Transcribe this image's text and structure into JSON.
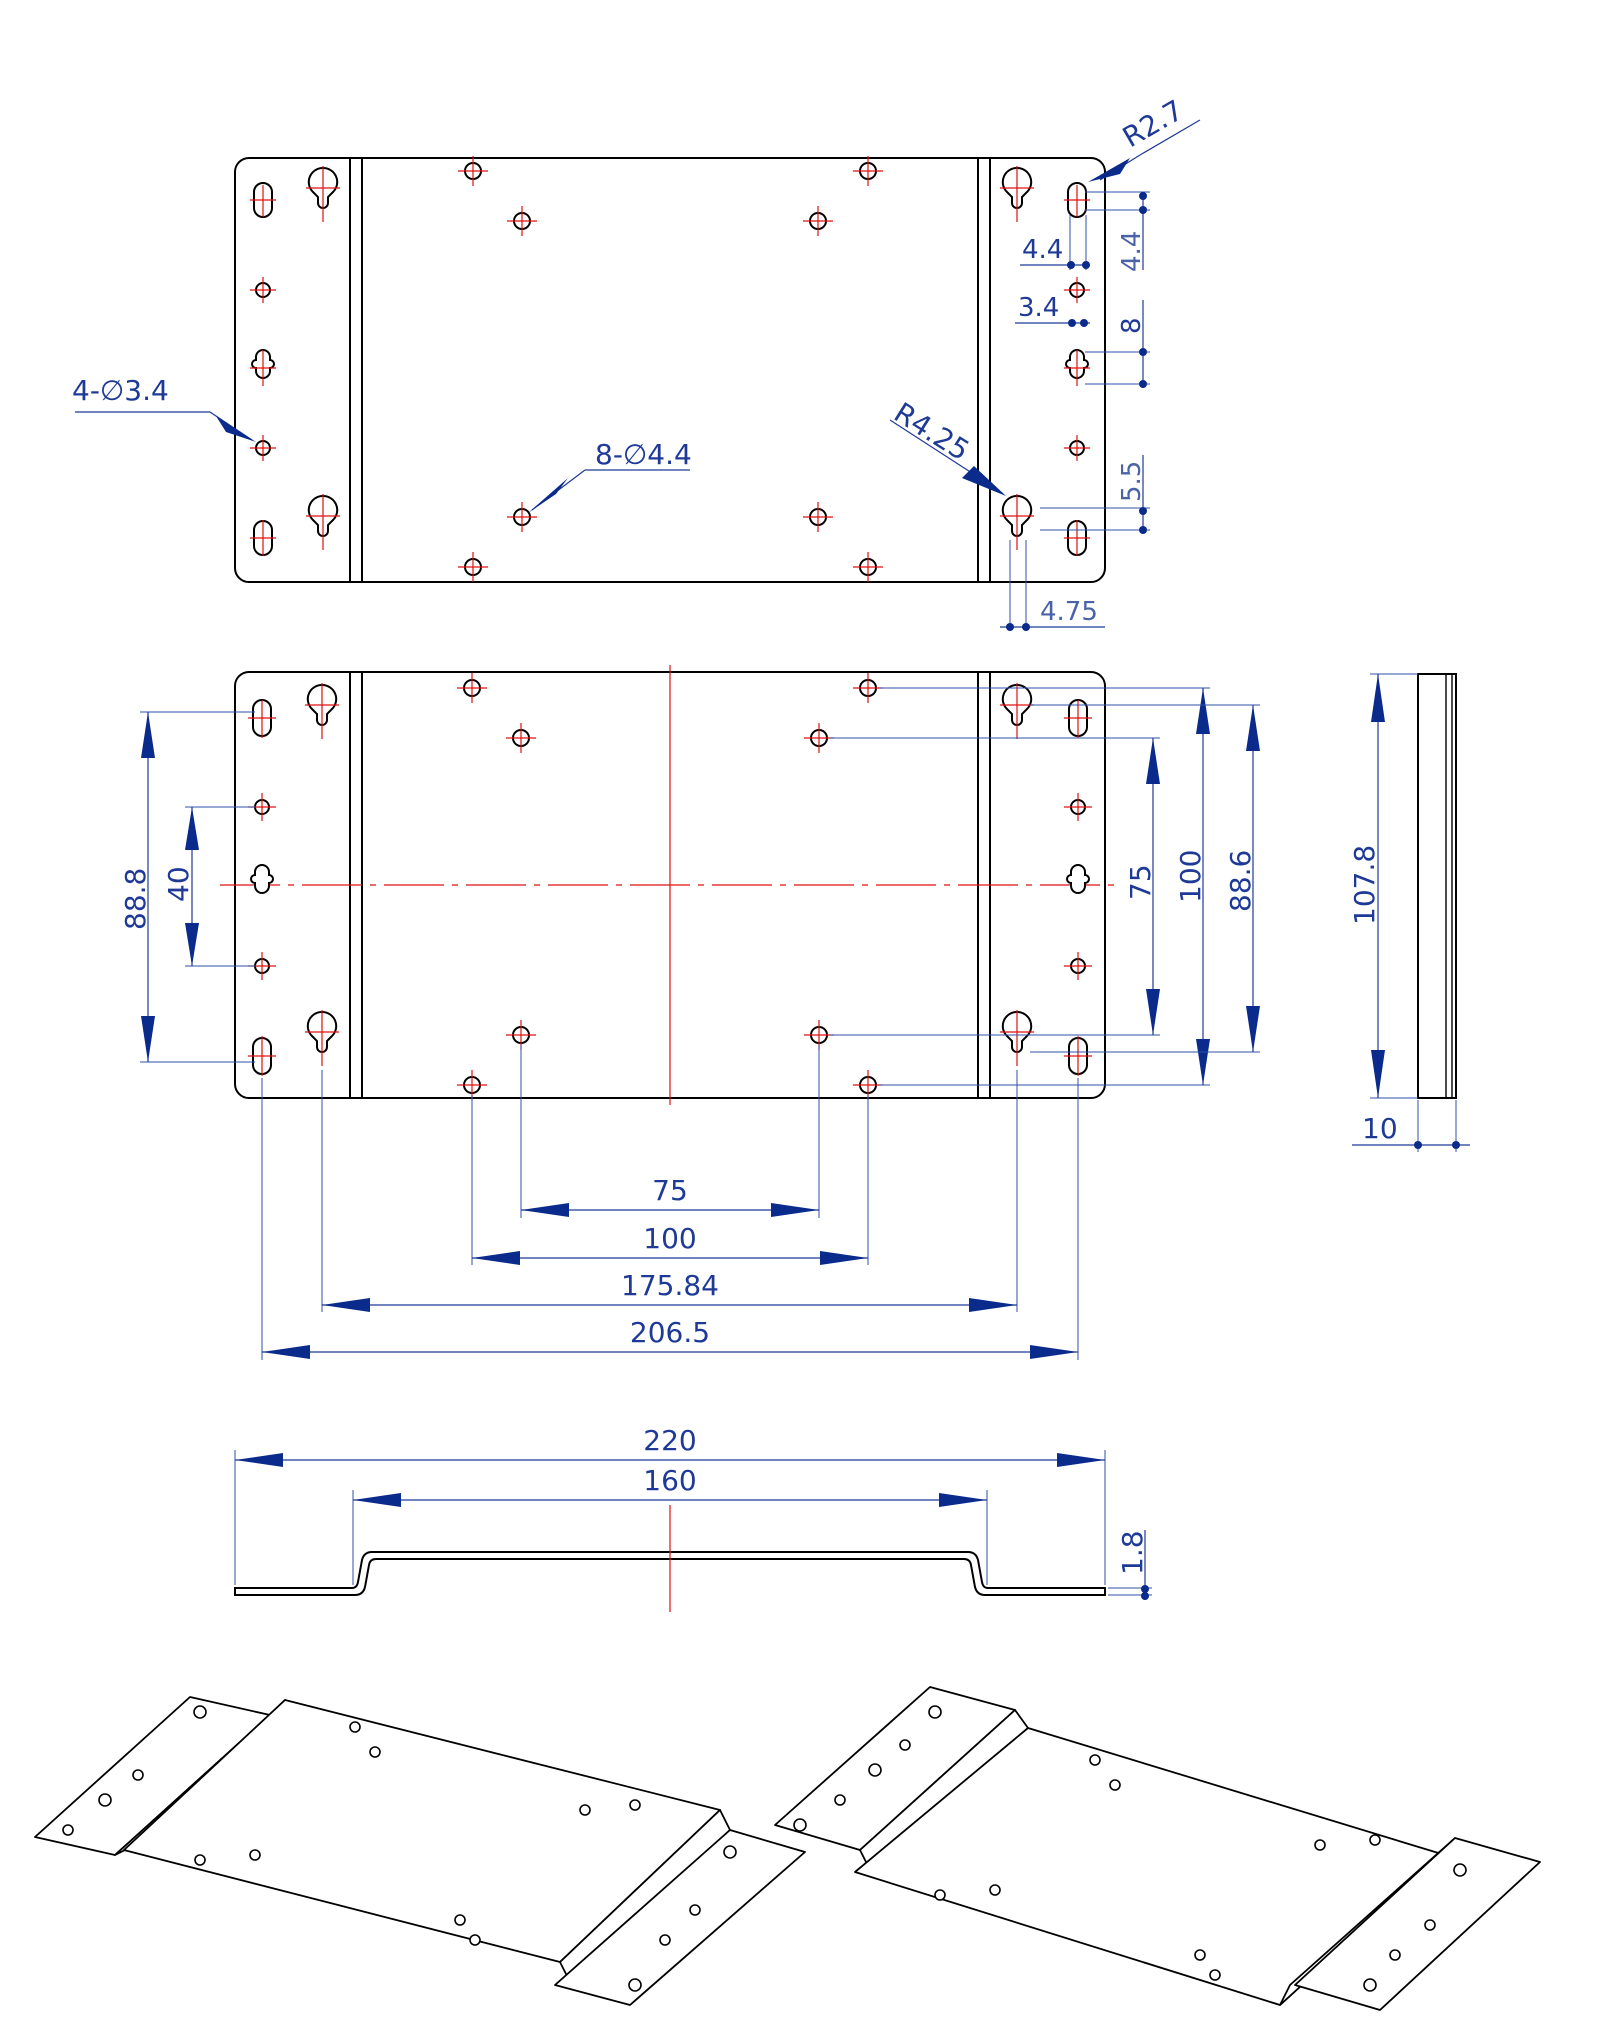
{
  "top_view": {
    "callouts": {
      "radius_small": "R2.7",
      "radius_large": "R4.25",
      "holes_small": "4-∅3.4",
      "holes_large": "8-∅4.4"
    },
    "dims": {
      "slot_width": "4.4",
      "slot_length": "4.4",
      "hole_dia": "3.4",
      "pitch_8": "8",
      "pitch_5_5": "5.5",
      "keyhole_width": "4.75"
    }
  },
  "front_view": {
    "vertical_dims": {
      "left_outer": "88.8",
      "left_inner": "40",
      "right_75": "75",
      "right_100": "100",
      "right_88_6": "88.6"
    },
    "horizontal_dims": {
      "d75": "75",
      "d100": "100",
      "d175_84": "175.84",
      "d206_5": "206.5"
    }
  },
  "side_view": {
    "height": "107.8",
    "thickness": "10"
  },
  "section_view": {
    "overall": "220",
    "inner": "160",
    "sheet": "1.8"
  },
  "colors": {
    "dimension": "#1e3a96",
    "centerline": "#e01010",
    "part": "#000000"
  }
}
